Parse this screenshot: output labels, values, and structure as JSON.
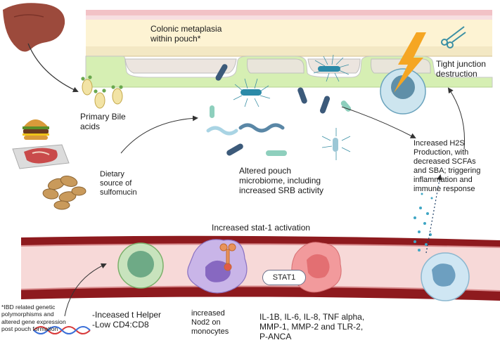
{
  "labels": {
    "colonic_metaplasia": "Colonic metaplasia\nwithin pouch*",
    "tight_junction": "Tight junction\ndestruction",
    "primary_bile": "Primary Bile\nacids",
    "dietary": "Dietary\nsource of\nsulfomucin",
    "altered_microbiome": "Altered pouch\nmicrobiome, including\nincreased SRB activity",
    "h2s": "Increased H2S\nProduction, with\ndecreased SCFAs\nand SBA; triggering\ninflammation and\nimmune response",
    "stat1_activation": "Increased stat-1 activation",
    "stat1_badge": "STAT1",
    "t_helper": "-Inceased t Helper\n-Low CD4:CD8",
    "nod2": "increased\nNod2 on\nmonocytes",
    "cytokines": "IL-1B, IL-6, IL-8, TNF alpha,\nMMP-1, MMP-2 and TLR-2,\nP-ANCA",
    "ibd_note": "*IBD related genetic\npolymorphisms and\naltered gene expression\npost pouch formation"
  },
  "icons": [
    "liver-icon",
    "bile-acid-droplets-icon",
    "burger-icon",
    "steak-icon",
    "peanuts-icon",
    "scissors-icon",
    "lightning-bolt-icon",
    "dna-icon"
  ],
  "colors": {
    "vessel": "#8e1a1e",
    "vessel_lumen": "#f7d9d8",
    "mucosa": "#d6efb3",
    "lightning": "#f5a623",
    "liver": "#9c4a3c"
  }
}
